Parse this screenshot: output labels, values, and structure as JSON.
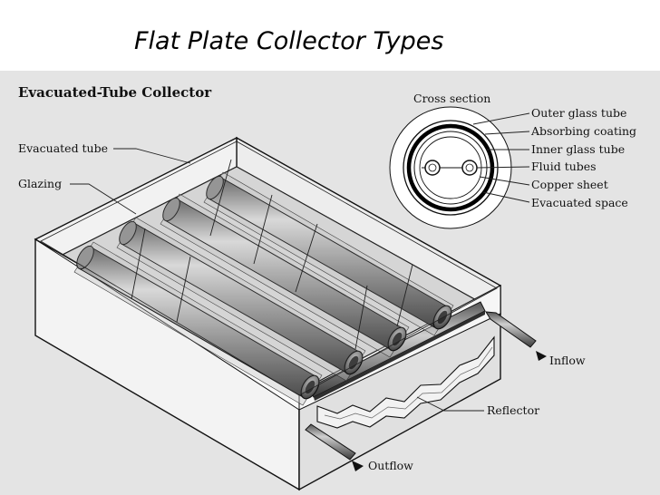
{
  "slide": {
    "title": "Flat Plate Collector Types"
  },
  "diagram": {
    "heading": "Evacuated-Tube Collector",
    "labels": {
      "evacuated_tube": "Evacuated tube",
      "glazing": "Glazing",
      "reflector": "Reflector",
      "inflow": "Inflow",
      "outflow": "Outflow"
    },
    "cross_section": {
      "title": "Cross section",
      "layers": [
        "Outer glass tube",
        "Absorbing coating",
        "Inner glass tube",
        "Fluid tubes",
        "Copper sheet",
        "Evacuated space"
      ]
    }
  }
}
